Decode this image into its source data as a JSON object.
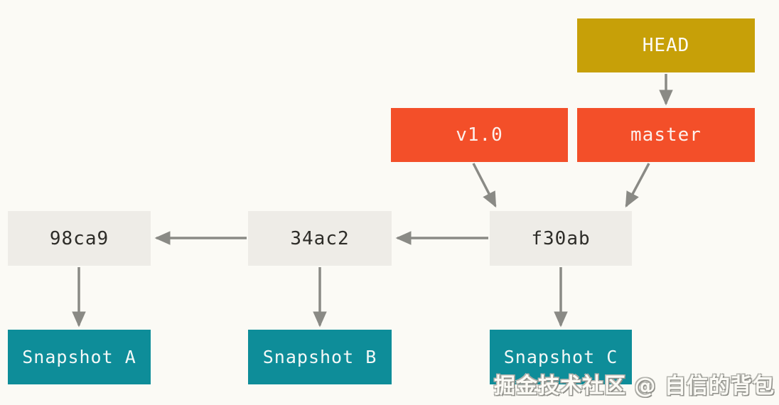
{
  "diagram": {
    "kind": "git-commit-history",
    "nodes": {
      "head": {
        "label": "HEAD",
        "role": "head-pointer",
        "color": "#c7a008"
      },
      "v1_0": {
        "label": "v1.0",
        "role": "tag",
        "color": "#f34f29"
      },
      "master": {
        "label": "master",
        "role": "branch",
        "color": "#f34f29"
      },
      "f30ab": {
        "label": "f30ab",
        "role": "commit",
        "color": "#eeece7"
      },
      "c34ac2": {
        "label": "34ac2",
        "role": "commit",
        "color": "#eeece7"
      },
      "c98ca9": {
        "label": "98ca9",
        "role": "commit",
        "color": "#eeece7"
      },
      "snapshot_a": {
        "label": "Snapshot A",
        "role": "snapshot",
        "color": "#0e8d99"
      },
      "snapshot_b": {
        "label": "Snapshot B",
        "role": "snapshot",
        "color": "#0e8d99"
      },
      "snapshot_c": {
        "label": "Snapshot C",
        "role": "snapshot",
        "color": "#0e8d99"
      }
    },
    "edges": [
      {
        "from": "HEAD",
        "to": "master"
      },
      {
        "from": "v1.0",
        "to": "f30ab"
      },
      {
        "from": "master",
        "to": "f30ab"
      },
      {
        "from": "f30ab",
        "to": "34ac2"
      },
      {
        "from": "34ac2",
        "to": "98ca9"
      },
      {
        "from": "98ca9",
        "to": "Snapshot A"
      },
      {
        "from": "34ac2",
        "to": "Snapshot B"
      },
      {
        "from": "f30ab",
        "to": "Snapshot C"
      }
    ],
    "colors": {
      "background": "#fbfaf5",
      "arrow": "#8a8a85",
      "commit_text": "#2d2c28",
      "light_text": "#fdfcf7"
    }
  },
  "watermark": {
    "text": "掘金技术社区 @ 自信的背包"
  }
}
